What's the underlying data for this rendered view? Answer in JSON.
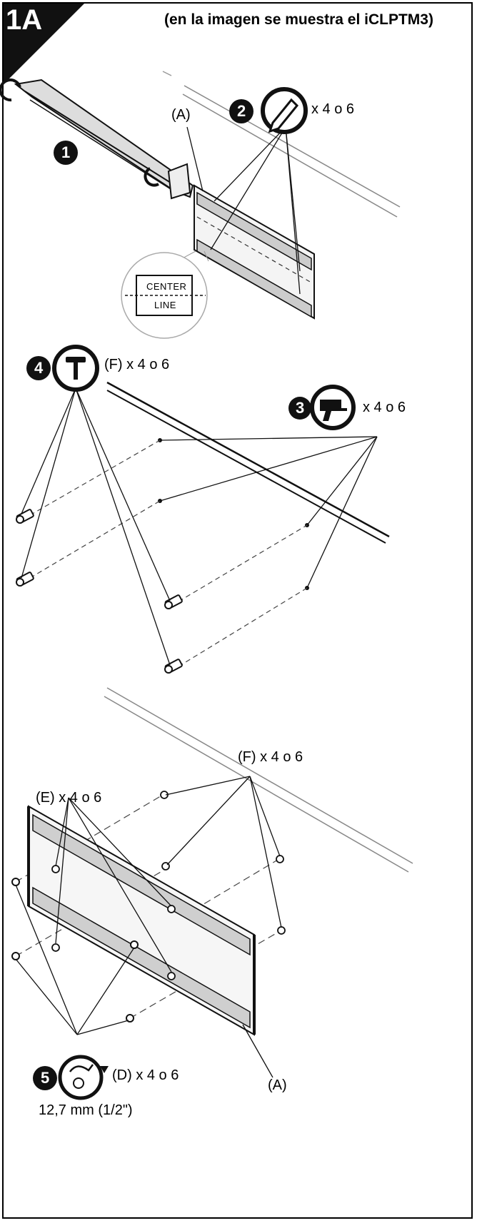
{
  "header": {
    "step": "1A",
    "note": "(en la imagen se muestra el iCLPTM3)"
  },
  "steps": {
    "s1": "1",
    "s2": "2",
    "s3": "3",
    "s4": "4",
    "s5": "5"
  },
  "labels": {
    "mark_qty": "x 4 o 6",
    "part_a_top": "(A)",
    "center_line_top": "CENTER",
    "center_line_bottom": "LINE",
    "hammer_qty": "(F) x 4 o 6",
    "drill_qty": "x 4 o 6",
    "anchor_qty": "(F) x 4 o 6",
    "washer_qty": "(E) x 4 o 6",
    "bolt_qty": "(D) x 4 o 6",
    "part_a_bottom": "(A)",
    "socket_size": "12,7 mm (1/2\")"
  },
  "icons": {
    "level": "level-icon",
    "pencil": "pencil-icon",
    "drill": "drill-icon",
    "hammer": "hammer-icon",
    "wrench": "socket-wrench-icon"
  }
}
